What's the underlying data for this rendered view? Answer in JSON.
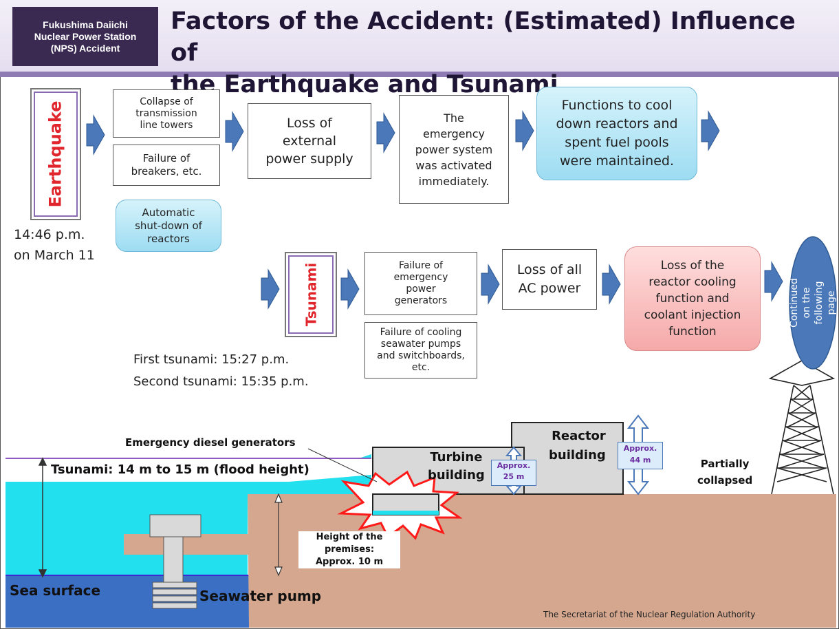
{
  "header": {
    "badge": "Fukushima Daiichi\nNuclear Power Station\n(NPS) Accident",
    "title": "Factors of the Accident: (Estimated) Influence of\nthe Earthquake and Tsunami"
  },
  "earthquake": {
    "label": "Earthquake",
    "time": "14:46 p.m.\non March 11",
    "causes": [
      "Collapse of\ntransmission\nline towers",
      "Failure of\nbreakers, etc."
    ],
    "auto_shutdown": "Automatic\nshut-down of\nreactors",
    "loss_external": "Loss of\nexternal\npower supply",
    "emergency_activated": "The\nemergency\npower system\nwas activated\nimmediately.",
    "functions_maintained": "Functions to cool\ndown reactors and\nspent fuel pools\nwere maintained."
  },
  "tsunami": {
    "label": "Tsunami",
    "times": [
      "First tsunami: 15:27 p.m.",
      "Second tsunami: 15:35 p.m."
    ],
    "causes": [
      "Failure of\nemergency\npower\ngenerators",
      "Failure of cooling\nseawater pumps\nand switchboards,\netc."
    ],
    "loss_ac": "Loss of all\nAC power",
    "loss_cooling": "Loss of the\nreactor cooling\nfunction and\ncoolant injection\nfunction",
    "continued": "Continued on the\nfollowing page"
  },
  "scene": {
    "diesel_label": "Emergency diesel generators",
    "flood_label": "Tsunami: 14 m to 15 m (flood height)",
    "turbine_label": "Turbine\nbuilding",
    "reactor_label": "Reactor\nbuilding",
    "turbine_height": "Approx.\n25 m",
    "reactor_height": "Approx.\n44 m",
    "partially_collapsed": "Partially\ncollapsed",
    "premises_height": "Height of the\npremises:\nApprox. 10 m",
    "sea_surface": "Sea surface",
    "seawater_pump": "Seawater pump",
    "credit": "The Secretariat of the Nuclear Regulation Authority"
  },
  "colors": {
    "header_badge": "#3a2a52",
    "header_band": "#8e7bb3",
    "arrow": "#4a78b8",
    "water_light": "#22e0ee",
    "water_deep": "#3a6fc4",
    "ground": "#d4a78e",
    "building": "#d9d9d9",
    "alert": "#e0262c"
  }
}
